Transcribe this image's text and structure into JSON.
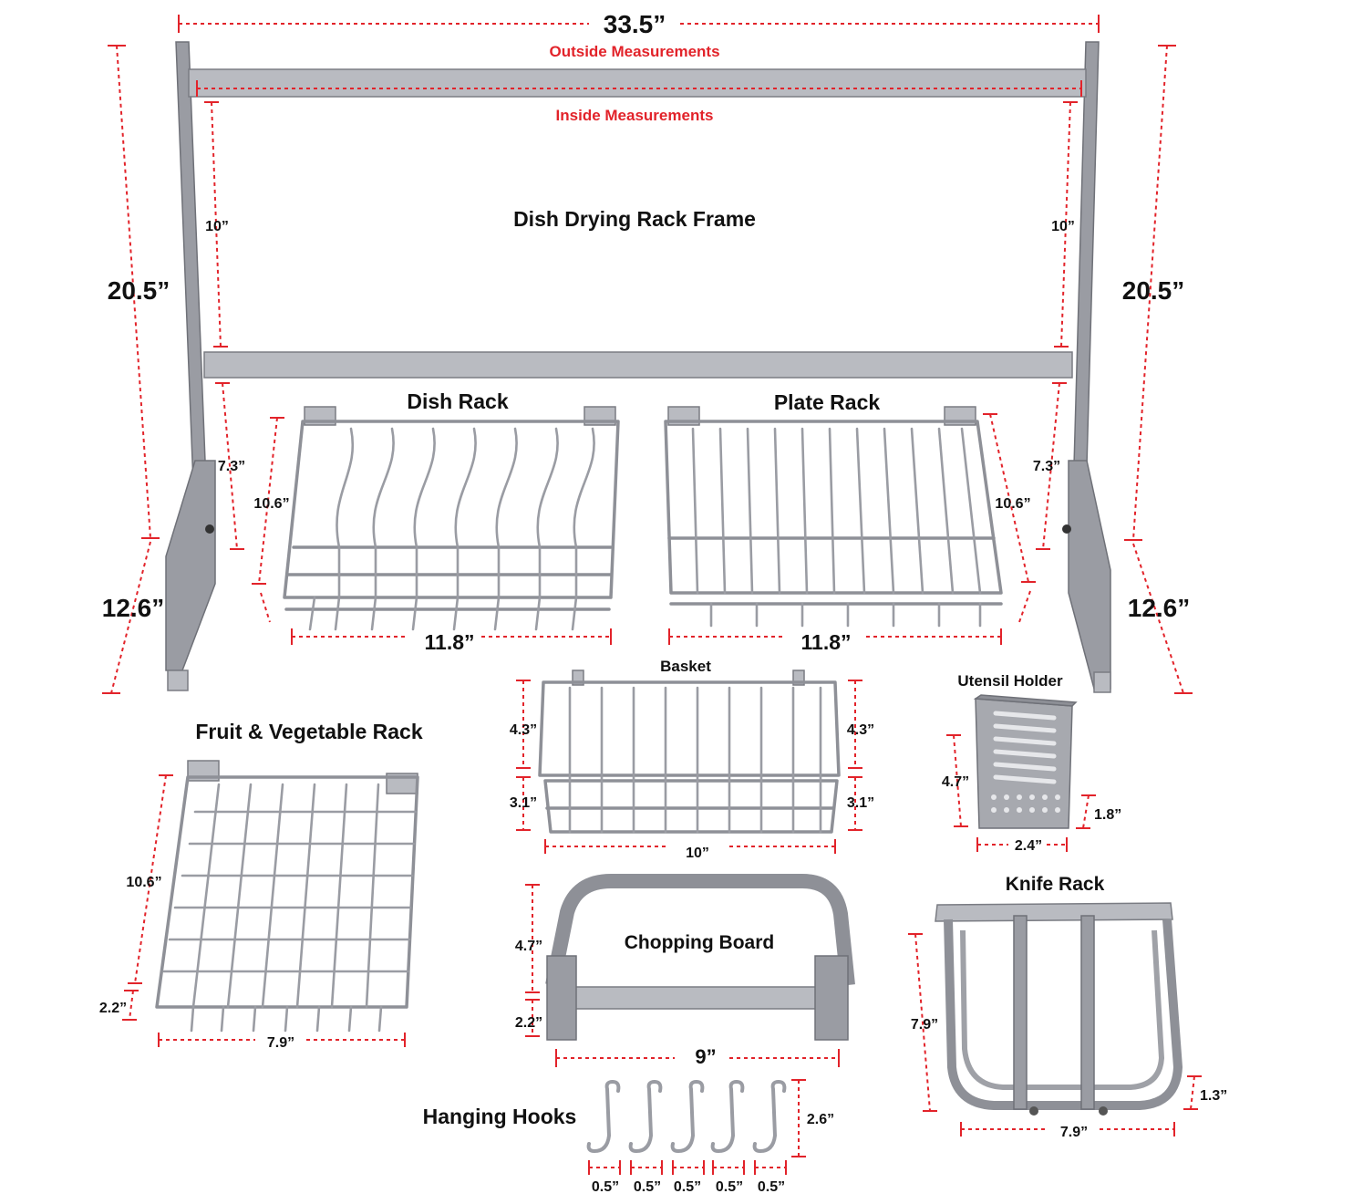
{
  "frame": {
    "title": "Dish Drying Rack Frame",
    "width": "33.5”",
    "outside_label": "Outside Measurements",
    "inside_label": "Inside Measurements",
    "height_total": "20.5”",
    "height_lower": "12.6”",
    "inner_upper": "10”",
    "inner_lower": "7.3”"
  },
  "dish_rack": {
    "title": "Dish Rack",
    "width": "11.8”",
    "depth": "10.6”"
  },
  "plate_rack": {
    "title": "Plate Rack",
    "width": "11.8”",
    "depth": "10.6”"
  },
  "basket": {
    "title": "Basket",
    "width": "10”",
    "height_upper": "4.3”",
    "height_lower": "3.1”"
  },
  "utensil_holder": {
    "title": "Utensil Holder",
    "height": "4.7”",
    "width": "2.4”",
    "depth": "1.8”"
  },
  "fruit_rack": {
    "title": "Fruit & Vegetable Rack",
    "depth": "10.6”",
    "height": "2.2”",
    "width": "7.9”"
  },
  "chopping_board": {
    "title": "Chopping Board",
    "height_upper": "4.7”",
    "height_lower": "2.2”",
    "width": "9”"
  },
  "knife_rack": {
    "title": "Knife Rack",
    "depth": "7.9”",
    "width": "7.9”",
    "height": "1.3”"
  },
  "hooks": {
    "title": "Hanging Hooks",
    "height": "2.6”",
    "widths": [
      "0.5”",
      "0.5”",
      "0.5”",
      "0.5”",
      "0.5”"
    ]
  },
  "colors": {
    "dimension": "#e2232a",
    "metal": "#9a9ca3",
    "label": "#111111"
  }
}
